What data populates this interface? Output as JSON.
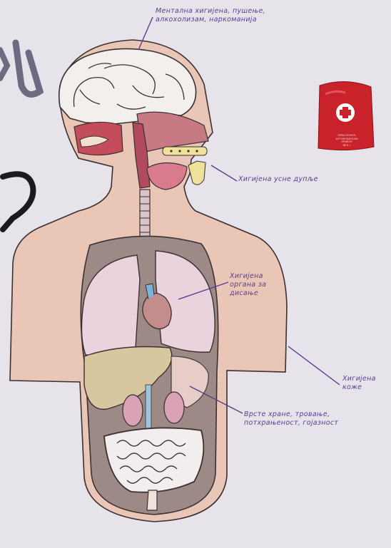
{
  "labels": {
    "mental_hygiene": "Ментална хигијена, пушење,\nалкохолизам, наркоманија",
    "oral_hygiene": "Хигијена усне дупље",
    "respiratory_hygiene": "Хигијена\nоргана за\nдисање",
    "skin_hygiene": "Хигијена\nкоже",
    "nutrition": "Врсте хране, тровање,\nпотхрањеност, гојазност"
  },
  "first_aid_kit": {
    "text": "ПРВА ПОМОЋ\nАУТОМОБИЛСКИ\nПРИБОР\nВЕЛ. I"
  },
  "colors": {
    "background": "#e7e3ea",
    "ink": "#5a3e8f",
    "skin": "#e9c6b6",
    "outline": "#3b3032",
    "lungs": "#ead3dd",
    "liver": "#d8c79e",
    "kidney": "#d9a2b6",
    "throat": "#b04a5e",
    "kit_red": "#c9222b",
    "edge_letters": "#6f6a82",
    "edge_question": "#1b1b1f"
  }
}
